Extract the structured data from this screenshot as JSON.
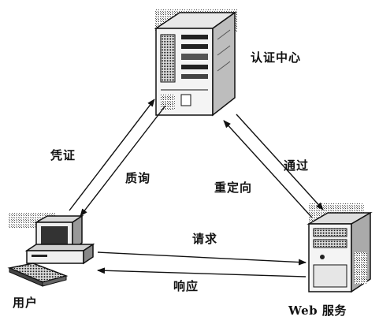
{
  "nodes": {
    "auth_center": {
      "label": "认证中心"
    },
    "user": {
      "label": "用户"
    },
    "web_service": {
      "label": "Web 服务"
    }
  },
  "edges": {
    "credential": {
      "label": "凭证"
    },
    "challenge": {
      "label": "质询"
    },
    "redirect": {
      "label": "重定向"
    },
    "pass": {
      "label": "通过"
    },
    "request": {
      "label": "请求"
    },
    "response": {
      "label": "响应"
    }
  }
}
